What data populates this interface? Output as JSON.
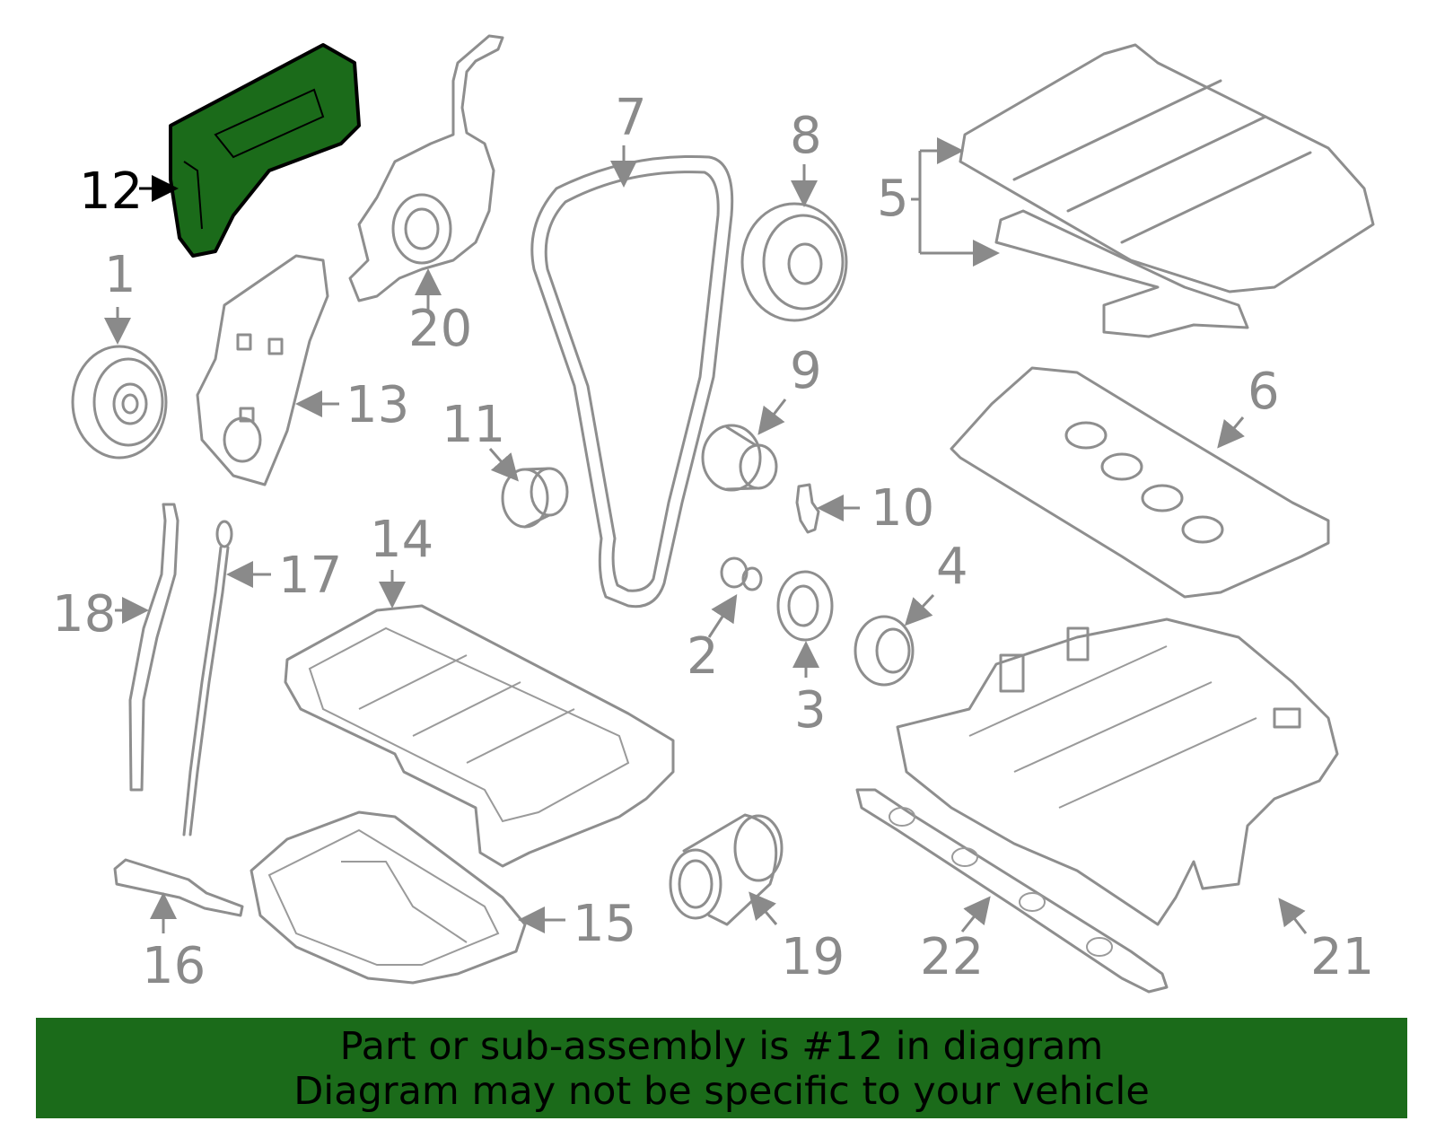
{
  "diagram": {
    "highlight_color": "#1b6b1a",
    "highlighted_part": "12",
    "callouts": [
      "1",
      "2",
      "3",
      "4",
      "5",
      "6",
      "7",
      "8",
      "9",
      "10",
      "11",
      "12",
      "13",
      "14",
      "15",
      "16",
      "17",
      "18",
      "19",
      "20",
      "21",
      "22"
    ]
  },
  "footer": {
    "line1": "Part or sub-assembly is #12 in diagram",
    "line2": "Diagram may not be specific to your vehicle",
    "background": "#1b6b1a"
  }
}
